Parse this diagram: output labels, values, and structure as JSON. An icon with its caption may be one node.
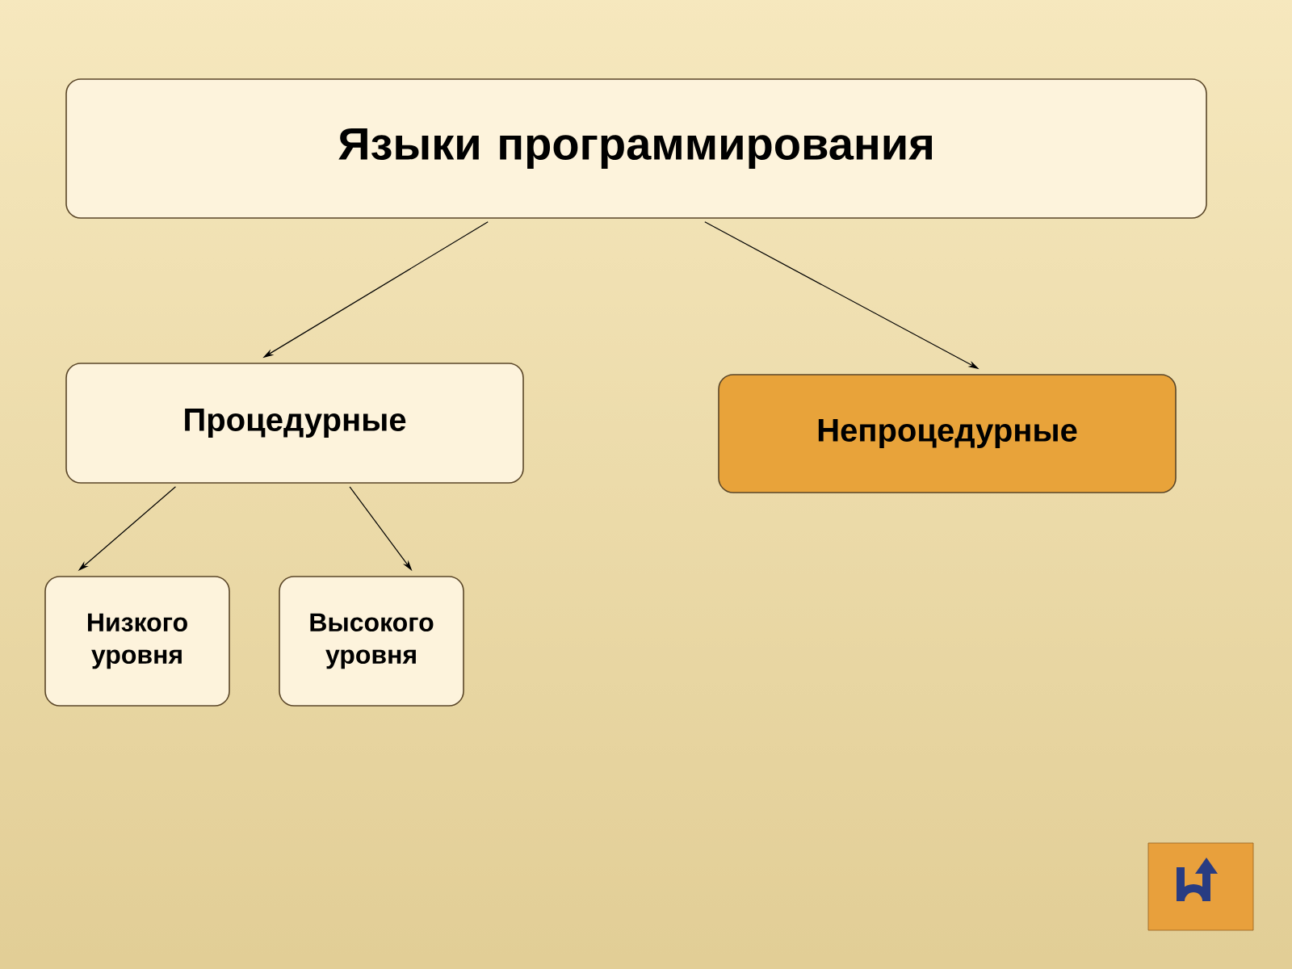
{
  "diagram": {
    "nodes": [
      {
        "text": [
          "Языки программирования"
        ]
      },
      {
        "text": [
          "Процедурные"
        ]
      },
      {
        "text": [
          "Непроцедурные"
        ]
      },
      {
        "text": [
          "Низкого уровня"
        ]
      },
      {
        "text": [
          "Высокого уровня"
        ]
      }
    ],
    "edges": [
      {
        "from": 0,
        "to": 1,
        "arrow": "to"
      },
      {
        "from": 0,
        "to": 2,
        "arrow": "to"
      },
      {
        "from": 1,
        "to": 3,
        "arrow": "to"
      },
      {
        "from": 1,
        "to": 4,
        "arrow": "to"
      }
    ]
  }
}
